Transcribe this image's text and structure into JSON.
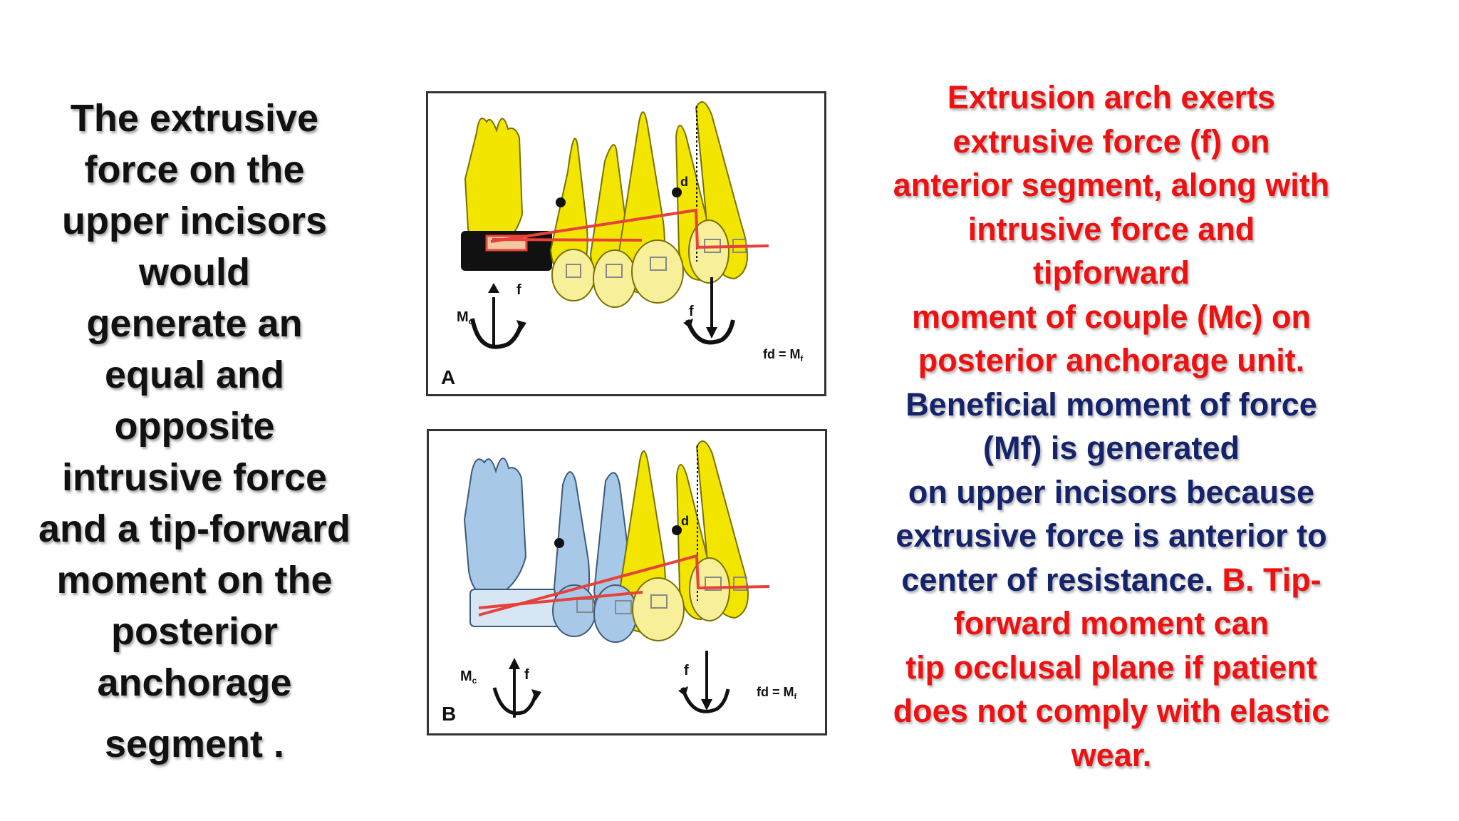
{
  "left_text": [
    "The extrusive",
    "force on the",
    "upper incisors",
    "would",
    "generate an",
    "equal and",
    "opposite",
    "intrusive force",
    "and a tip-forward",
    "moment on the",
    "posterior",
    "anchorage",
    "segment ."
  ],
  "right_text": [
    [
      {
        "text": "Extrusion arch exerts",
        "color": "red"
      }
    ],
    [
      {
        "text": "extrusive force (f) on",
        "color": "red"
      }
    ],
    [
      {
        "text": "anterior segment, along with",
        "color": "red"
      }
    ],
    [
      {
        "text": "intrusive force and",
        "color": "red"
      }
    ],
    [
      {
        "text": "tipforward",
        "color": "red"
      }
    ],
    [
      {
        "text": "moment of couple (Mc) on",
        "color": "red"
      }
    ],
    [
      {
        "text": "posterior anchorage unit.",
        "color": "red"
      }
    ],
    [
      {
        "text": "Beneficial moment of force",
        "color": "navy"
      }
    ],
    [
      {
        "text": "(Mf) is generated",
        "color": "navy"
      }
    ],
    [
      {
        "text": "on upper incisors because",
        "color": "navy"
      }
    ],
    [
      {
        "text": "extrusive force is anterior to",
        "color": "navy"
      }
    ],
    [
      {
        "text": "center of resistance. ",
        "color": "navy"
      },
      {
        "text": "B. Tip-",
        "color": "red"
      }
    ],
    [
      {
        "text": "forward moment can",
        "color": "red"
      }
    ],
    [
      {
        "text": "tip occlusal plane if patient",
        "color": "red"
      }
    ],
    [
      {
        "text": "does not comply with elastic",
        "color": "red"
      }
    ],
    [
      {
        "text": "wear.",
        "color": "red"
      }
    ]
  ],
  "colors": {
    "red": "#ee1111",
    "navy": "#15236b",
    "left_text": "#111111",
    "tooth_yellow": "#f2e600",
    "tooth_blue": "#a8c8e8",
    "wire_red": "#e8413c"
  },
  "figures": {
    "panel_a": {
      "label": "A",
      "mc_label": "M",
      "mc_sub": "c",
      "force_label": "f",
      "d_label": "d",
      "eq_label": "fd = M",
      "eq_sub": "f"
    },
    "panel_b": {
      "label": "B",
      "mc_label": "M",
      "mc_sub": "c",
      "force_label": "f",
      "d_label": "d",
      "eq_label": "fd = M",
      "eq_sub": "f"
    }
  }
}
